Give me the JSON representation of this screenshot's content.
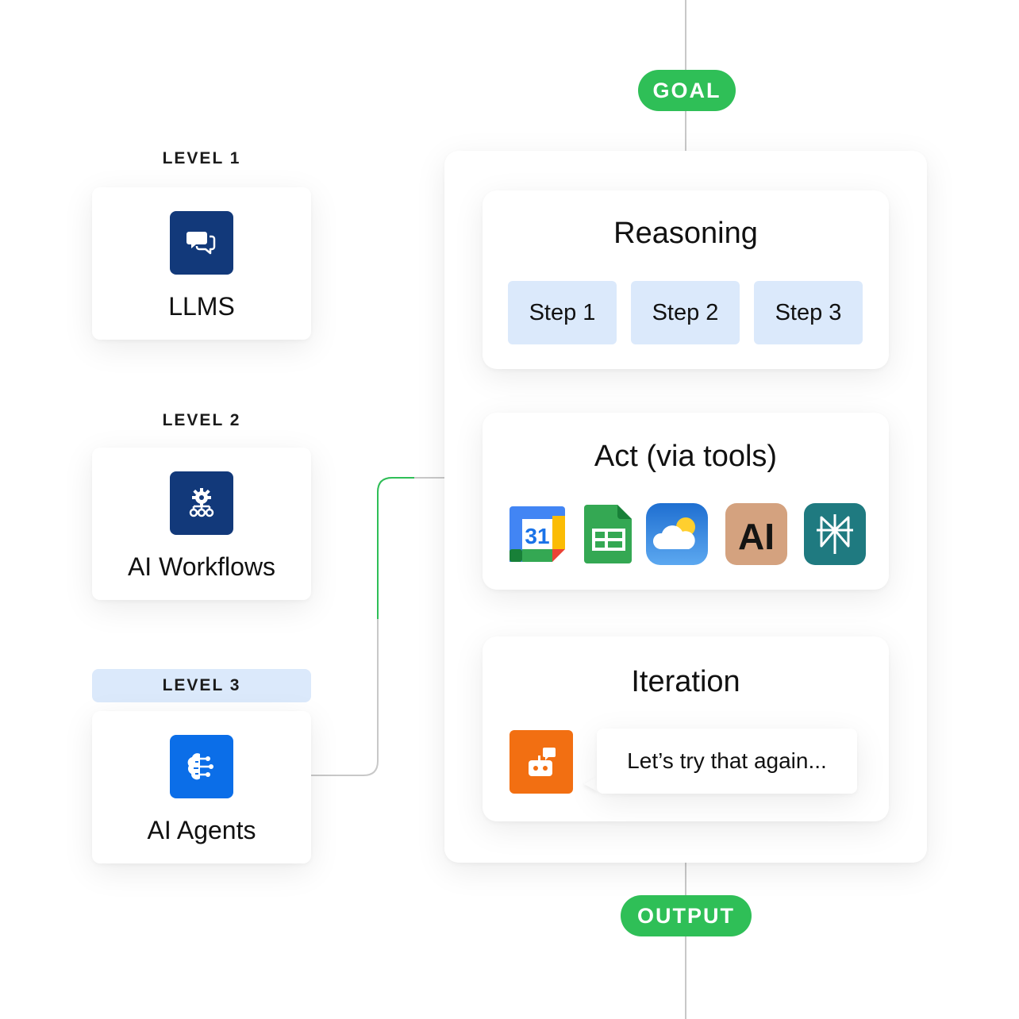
{
  "flow": {
    "goal_label": "GOAL",
    "output_label": "OUTPUT"
  },
  "levels": [
    {
      "label": "LEVEL 1",
      "name": "LLMS",
      "icon": "chat-bubbles-icon"
    },
    {
      "label": "LEVEL 2",
      "name": "AI Workflows",
      "icon": "gear-network-icon"
    },
    {
      "label": "LEVEL 3",
      "name": "AI Agents",
      "icon": "brain-circuit-icon",
      "active": true
    }
  ],
  "reasoning": {
    "title": "Reasoning",
    "steps": [
      "Step 1",
      "Step 2",
      "Step 3"
    ]
  },
  "act": {
    "title": "Act (via tools)",
    "tools": [
      {
        "icon": "google-calendar-icon",
        "text": "31"
      },
      {
        "icon": "google-sheets-icon"
      },
      {
        "icon": "weather-icon"
      },
      {
        "icon": "anthropic-icon",
        "text": "AI"
      },
      {
        "icon": "perplexity-icon"
      }
    ]
  },
  "iteration": {
    "title": "Iteration",
    "bot_icon": "robot-chat-icon",
    "message": "Let’s try that again..."
  },
  "colors": {
    "goal_green": "#2fbf57",
    "level_icon_dark": "#12397a",
    "level_icon_bright": "#0b6ee8",
    "chip_blue": "#dbe9fb",
    "bot_orange": "#f26f12",
    "active_connector": "#2fbf57"
  }
}
